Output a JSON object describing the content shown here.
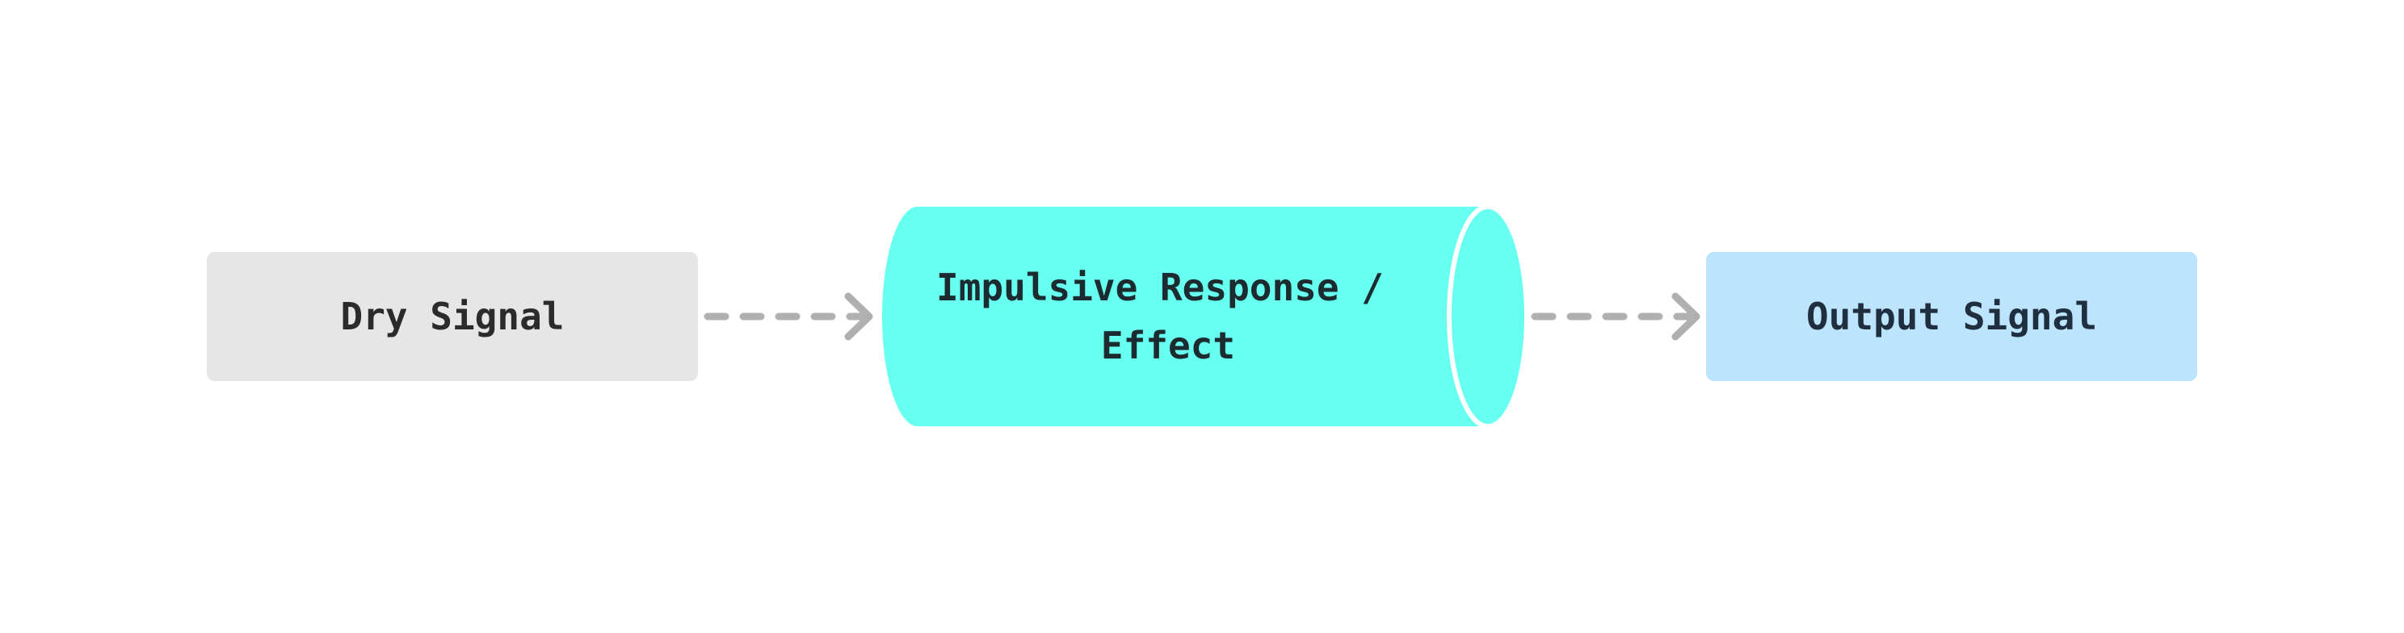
{
  "diagram": {
    "nodes": {
      "dry_signal": {
        "label": "Dry Signal",
        "fill": "#e6e6e6",
        "text_color": "#2b2b2b"
      },
      "effect": {
        "label_line1": "Impulsive Response /",
        "label_line2": "Effect",
        "fill": "#66fff0",
        "text_color": "#1c2b30"
      },
      "output_signal": {
        "label": "Output Signal",
        "fill": "#bde4fd",
        "text_color": "#1f2f3f"
      }
    },
    "edges": [
      {
        "from": "dry_signal",
        "to": "effect",
        "style": "dashed",
        "color": "#b0b0b0"
      },
      {
        "from": "effect",
        "to": "output_signal",
        "style": "dashed",
        "color": "#b0b0b0"
      }
    ]
  }
}
